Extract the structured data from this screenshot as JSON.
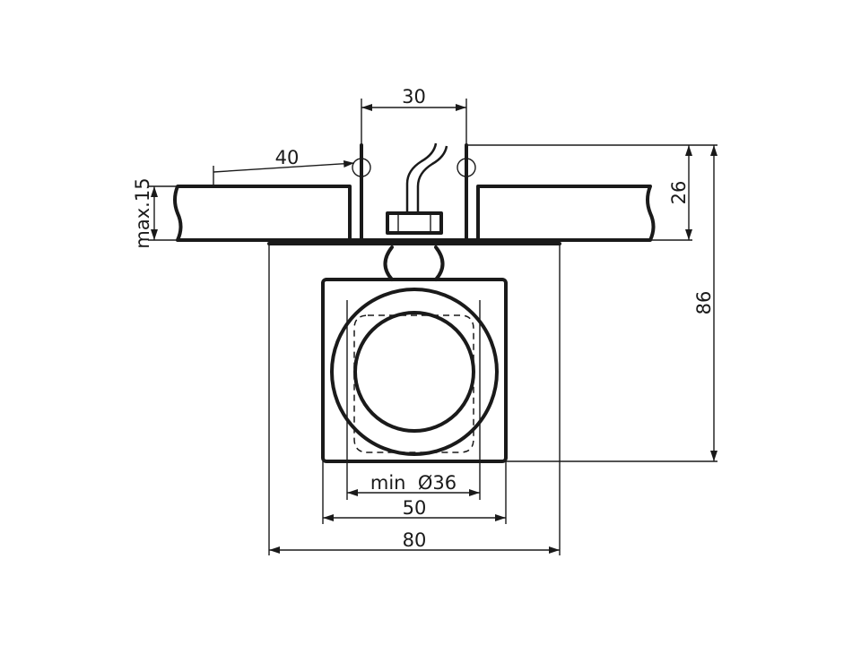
{
  "dimensions": {
    "top_opening": "30",
    "ring_offset": "40",
    "ceiling_thickness": "max.15",
    "recess_depth": "26",
    "total_height": "86",
    "min_cutout": "min  Ø36",
    "cube_width": "50",
    "flange_width": "80"
  }
}
